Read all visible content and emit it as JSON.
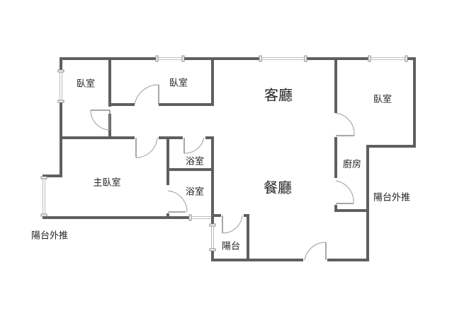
{
  "rooms": {
    "bedroom_top_left": "臥室",
    "bedroom_top_mid": "臥室",
    "living_room": "客廳",
    "bedroom_right": "臥室",
    "bath_upper": "浴室",
    "kitchen": "廚房",
    "master_bedroom": "主臥室",
    "dining_room": "餐廳",
    "bath_lower": "浴室",
    "balcony_right": "陽台外推",
    "balcony_left": "陽台外推",
    "balcony_small": "陽台"
  },
  "colors": {
    "wall": "#5f5f5f",
    "window": "#bdbdbd",
    "text": "#222222",
    "background": "#ffffff"
  }
}
